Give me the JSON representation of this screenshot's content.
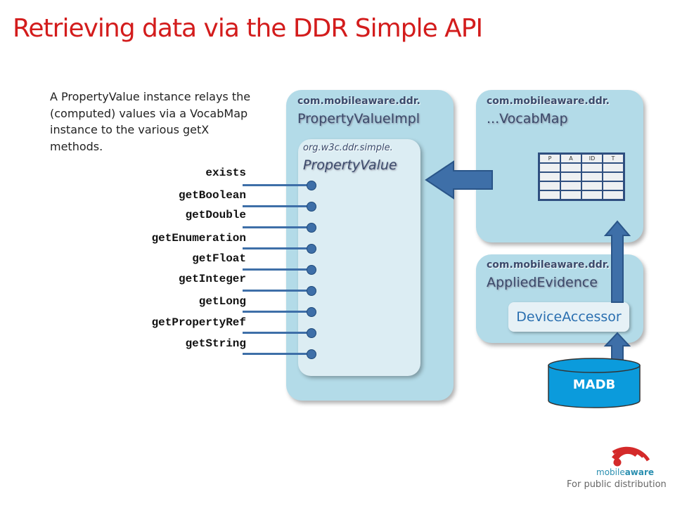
{
  "title": "Retrieving data via the DDR Simple API",
  "description": "A PropertyValue instance relays the (computed) values via a VocabMap instance to the various getX methods.",
  "impl_box": {
    "package": "com.mobileaware.ddr.",
    "class": "PropertyValueImpl"
  },
  "interface_box": {
    "package": "org.w3c.ddr.simple.",
    "class": "PropertyValue"
  },
  "methods": [
    "exists",
    "getBoolean",
    "getDouble",
    "getEnumeration",
    "getFloat",
    "getInteger",
    "getLong",
    "getPropertyRef",
    "getString"
  ],
  "vocab_box": {
    "package": "com.mobileaware.ddr.",
    "class": "...VocabMap",
    "table_headers": [
      "P",
      "A",
      "ID",
      "T"
    ]
  },
  "evidence_box": {
    "package": "com.mobileaware.ddr.",
    "class": "AppliedEvidence",
    "component": "DeviceAccessor"
  },
  "database": "MADB",
  "logo": {
    "text_light": "mobile",
    "text_bold": "aware"
  },
  "footer": "For public distribution",
  "colors": {
    "title": "#d31c1c",
    "box": "#b3dbe8",
    "arrow": "#3e6fa8",
    "database": "#0b9bdc"
  }
}
